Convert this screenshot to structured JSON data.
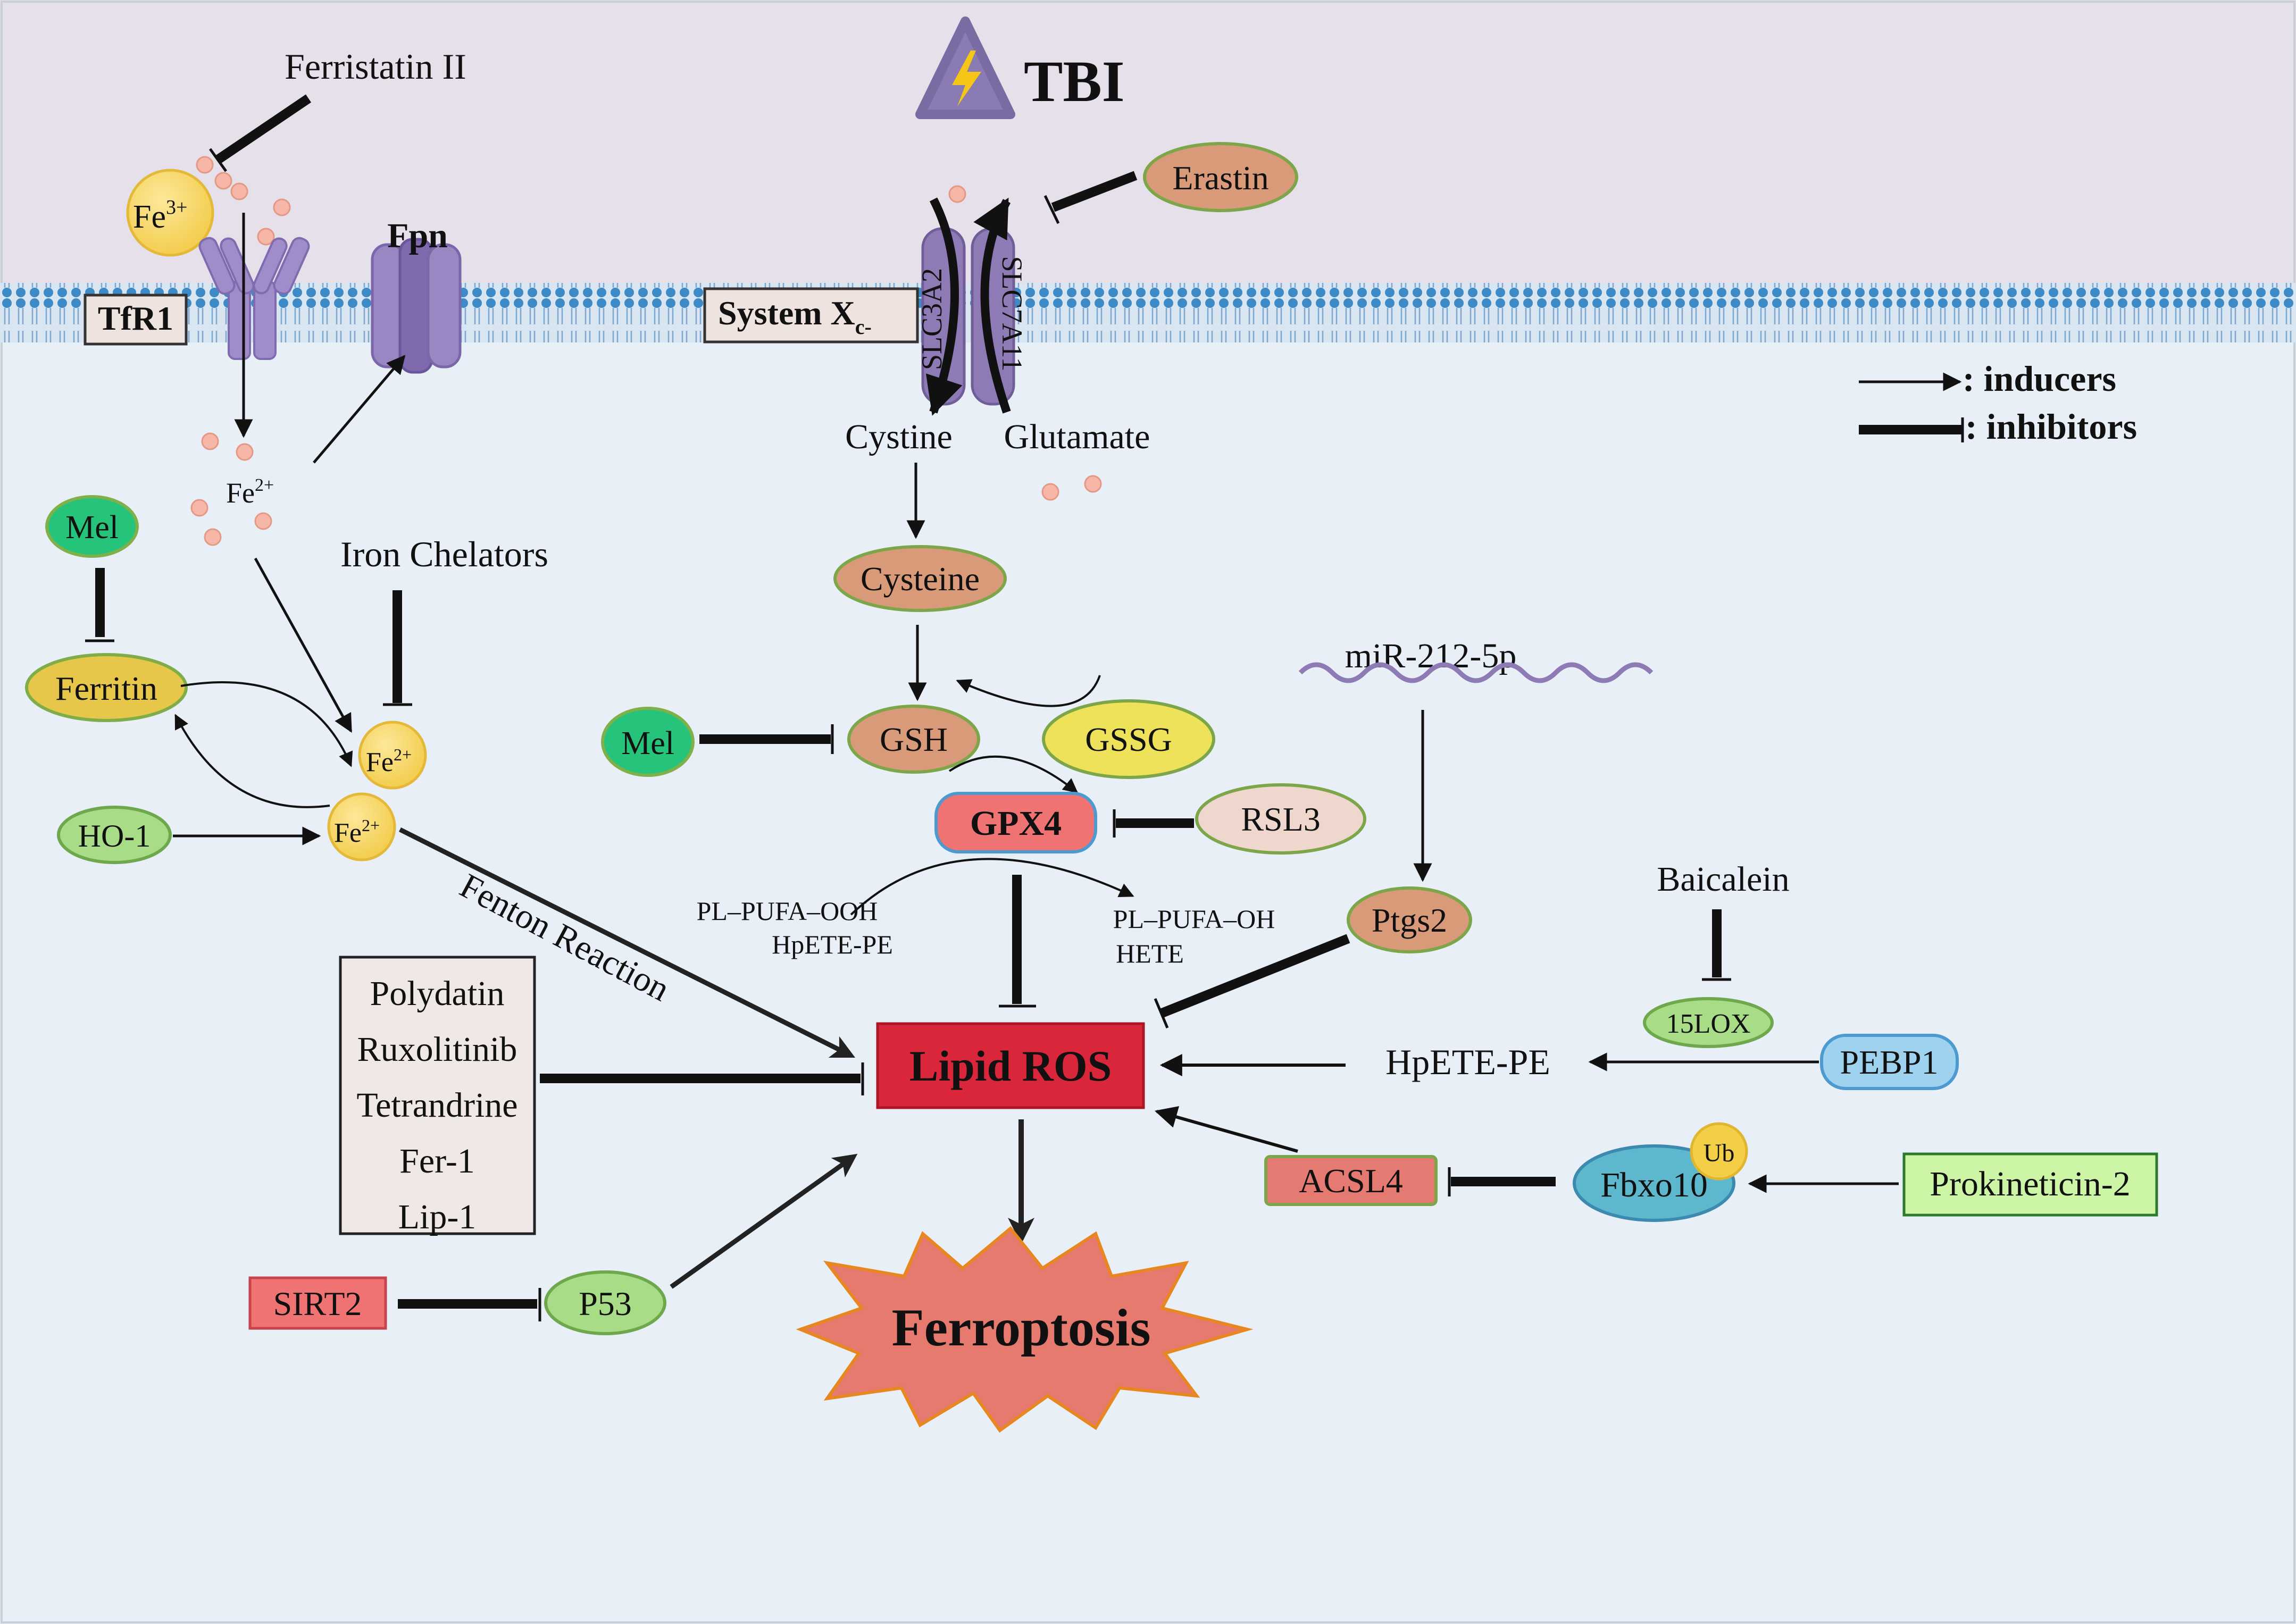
{
  "title": "TBI",
  "legend": {
    "inducers": ": inducers",
    "inhibitors": ": inhibitors"
  },
  "membrane": {
    "tfr1": "TfR1",
    "fpn": "Fpn",
    "system_xc_main": "System X",
    "system_xc_sub": "c-",
    "slc3a2": "SLC3A2",
    "slc7a11": "SLC7A11"
  },
  "iron": {
    "ferristatin": "Ferristatin II",
    "fe3_main": "Fe",
    "fe3_sup": "3+",
    "fe2_main": "Fe",
    "fe2_sup": "2+",
    "iron_chelators": "Iron Chelators",
    "ferritin": "Ferritin",
    "mel_ferritin": "Mel",
    "ho1": "HO-1",
    "fenton": "Fenton  Reaction"
  },
  "gsh_axis": {
    "erastin": "Erastin",
    "cystine": "Cystine",
    "glutamate": "Glutamate",
    "cysteine": "Cysteine",
    "gsh": "GSH",
    "gssg": "GSSG",
    "mel_gsh": "Mel",
    "gpx4": "GPX4",
    "rsl3": "RSL3",
    "pl_pufa_ooh": "PL–PUFA–OOH",
    "hpete_pe_small": "HpETE-PE",
    "pl_pufa_oh": "PL–PUFA–OH",
    "hete": "HETE"
  },
  "right_axis": {
    "mir": "miR-212-5p",
    "ptgs2": "Ptgs2",
    "baicalein": "Baicalein",
    "lox15": "15LOX",
    "pebp1": "PEBP1",
    "hpete_pe": "HpETE-PE",
    "acsl4": "ACSL4",
    "fbxo10": "Fbxo10",
    "ub": "Ub",
    "prokineticin": "Prokineticin-2"
  },
  "inhibitor_box": [
    "Polydatin",
    "Ruxolitinib",
    "Tetrandrine",
    "Fer-1",
    "Lip-1"
  ],
  "p53_axis": {
    "sirt2": "SIRT2",
    "p53": "P53"
  },
  "core": {
    "lipid_ros": "Lipid  ROS",
    "ferroptosis": "Ferroptosis"
  },
  "colors": {
    "extracellular": "#e6e0ea",
    "intracellular": "#e8eff7",
    "membrane": "#8fb0cf",
    "lipid_ros": "#d9263a",
    "green": "#a8dc86",
    "teal_green": "#26c47a",
    "yellow": "#f1d24a",
    "salmon": "#d99a7a",
    "blue": "#9ed2ef",
    "teal": "#5db7cd",
    "red_box": "#e47a72",
    "lightgreen_box": "#cdf5a6",
    "burst": "#e77a6e",
    "protein_purple": "#8e7ab4"
  }
}
